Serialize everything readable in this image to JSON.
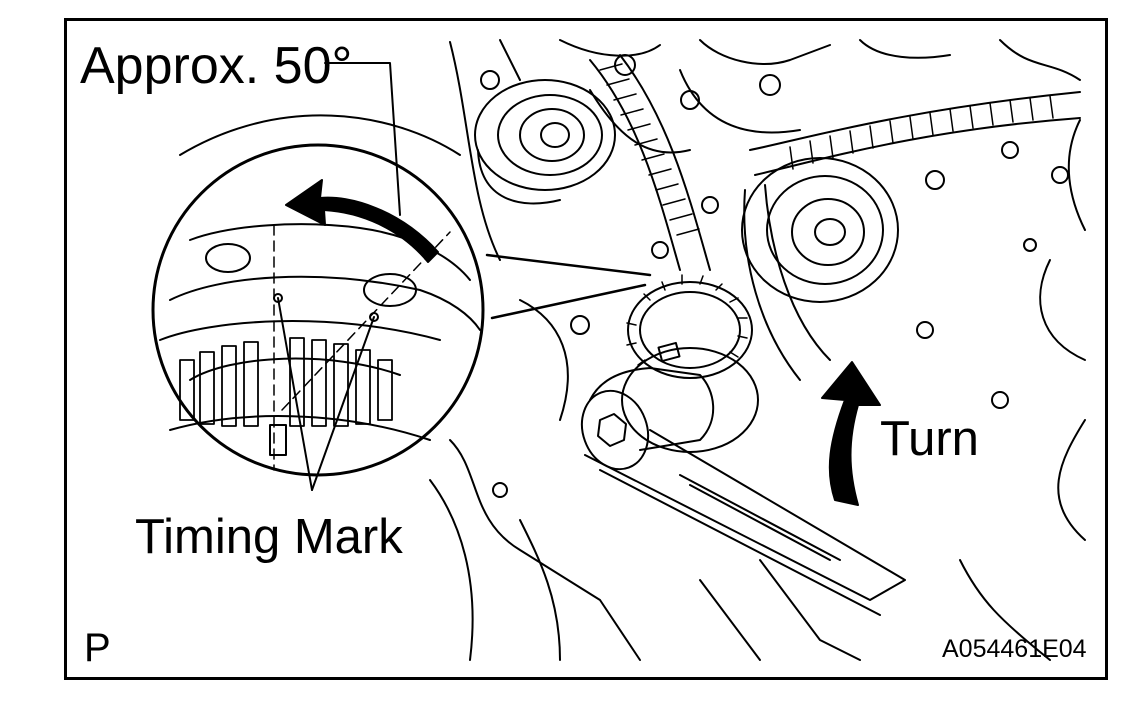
{
  "diagram": {
    "labels": {
      "angle": "Approx. 50°",
      "timing_mark": "Timing Mark",
      "turn": "Turn",
      "figure_code": "A054461E04",
      "corner_letter": "P"
    },
    "colors": {
      "ink": "#000000",
      "paper": "#ffffff"
    }
  }
}
